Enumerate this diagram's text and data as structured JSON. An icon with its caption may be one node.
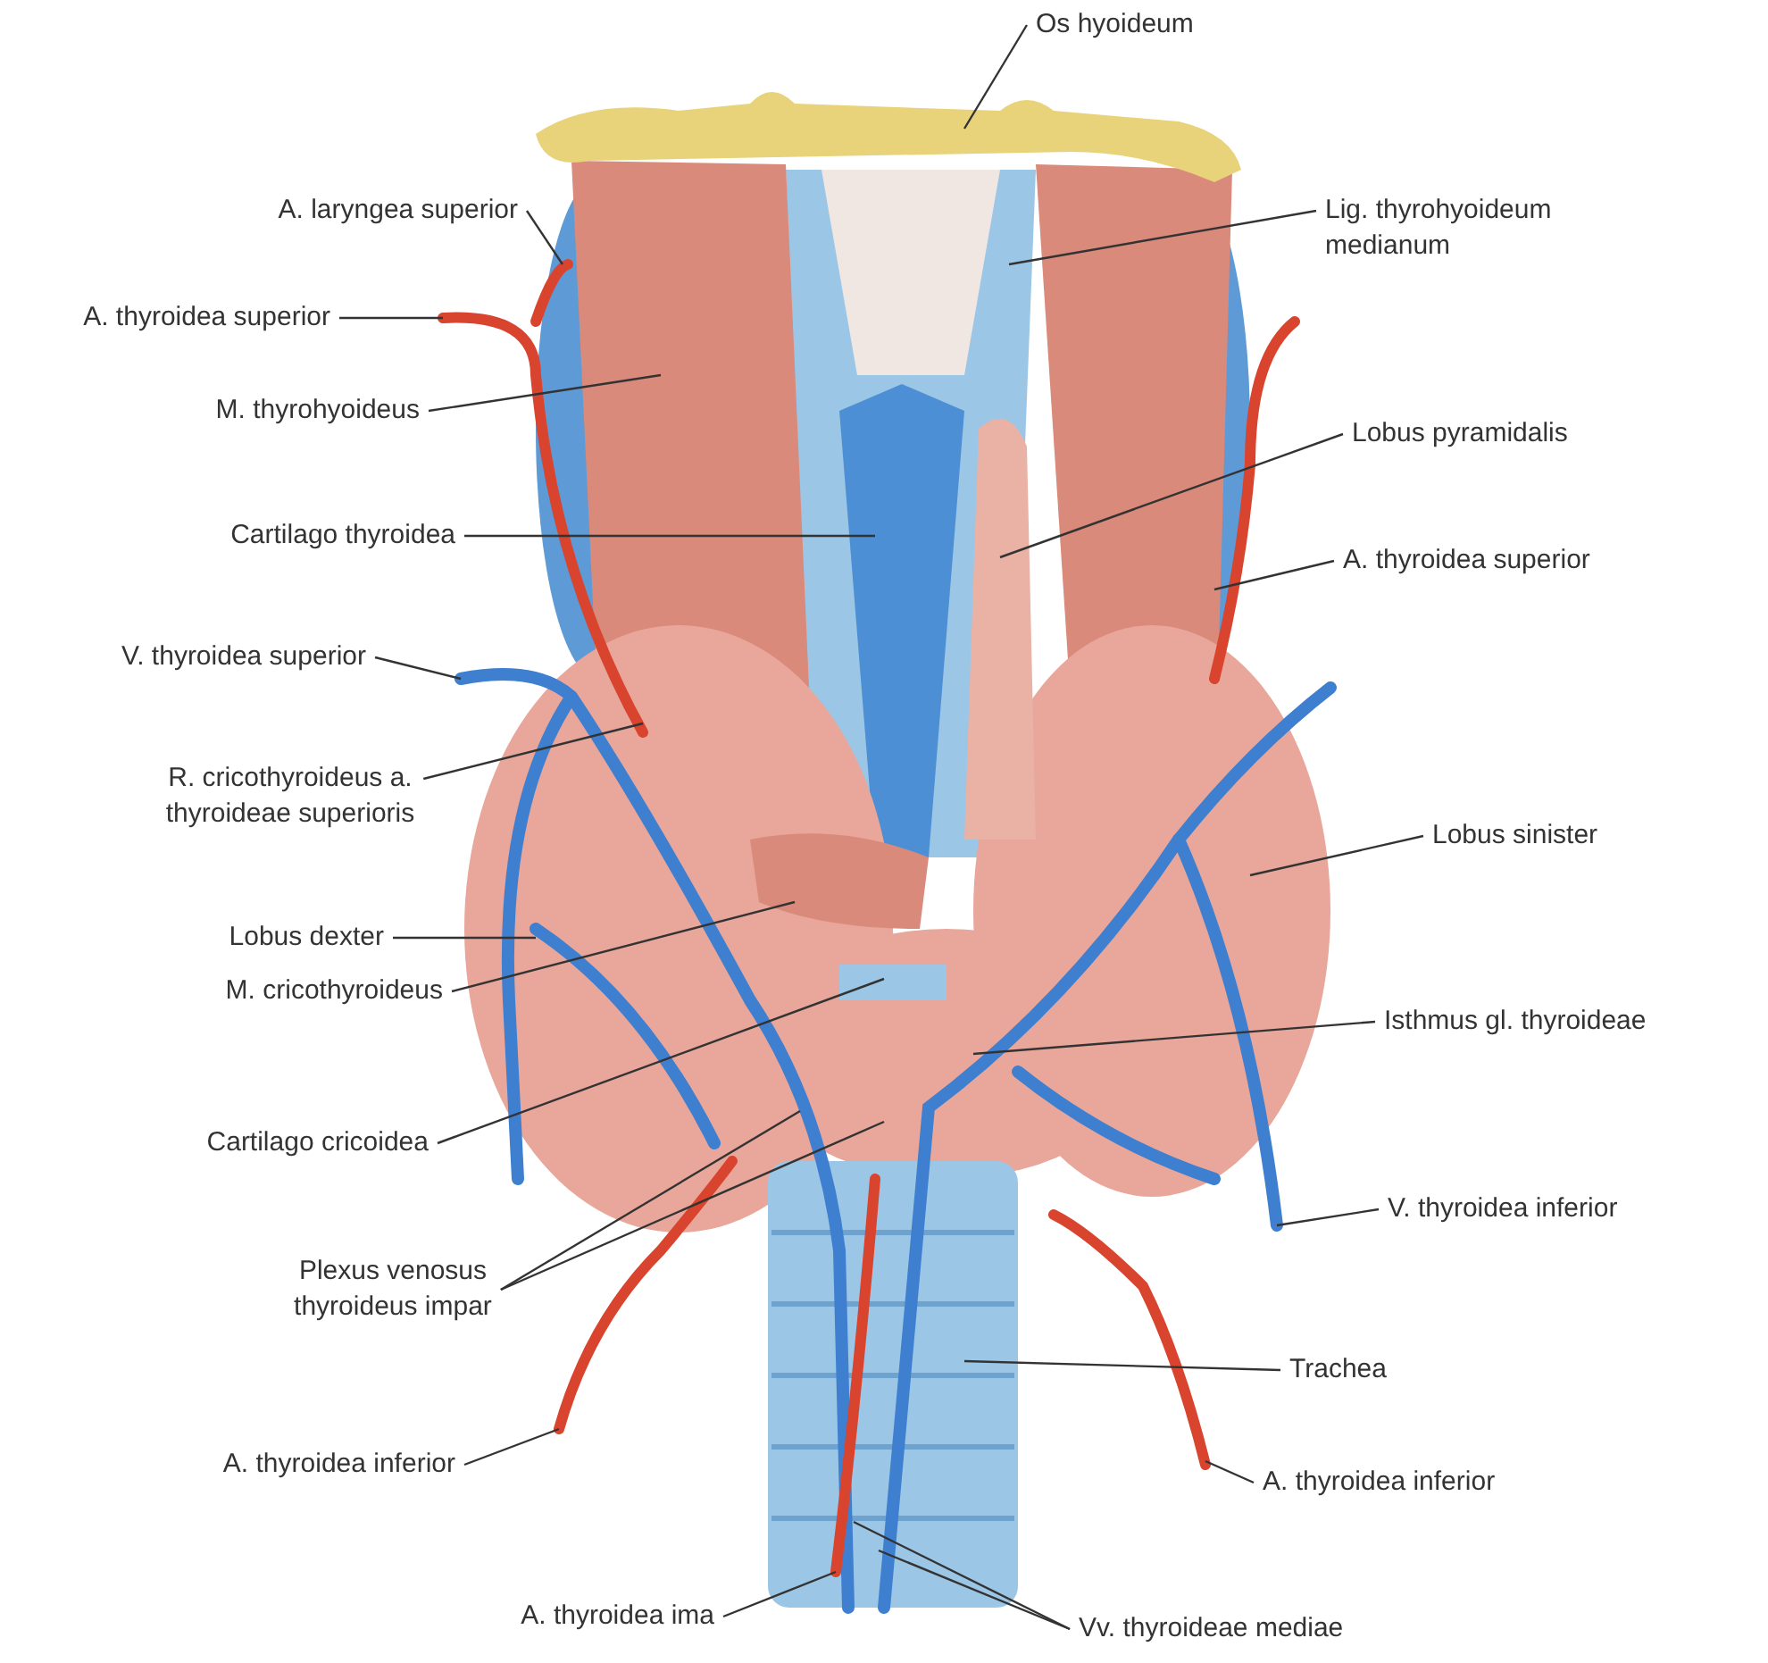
{
  "diagram": {
    "nodes": [
      {
        "text": [
          "Os hyoideum"
        ]
      },
      {
        "text": [
          "A. laryngea superior"
        ]
      },
      {
        "text": [
          "A. thyroidea superior"
        ]
      },
      {
        "text": [
          "Lig. thyrohyoideum medianum"
        ]
      },
      {
        "text": [
          "M. thyrohyoideus"
        ]
      },
      {
        "text": [
          "Lobus pyramidalis"
        ]
      },
      {
        "text": [
          "Cartilago thyroidea"
        ]
      },
      {
        "text": [
          "A. thyroidea superior"
        ]
      },
      {
        "text": [
          "V. thyroidea superior"
        ]
      },
      {
        "text": [
          "R. cricothyroideus a. thyroideae superioris"
        ]
      },
      {
        "text": [
          "Lobus sinister"
        ]
      },
      {
        "text": [
          "Lobus dexter"
        ]
      },
      {
        "text": [
          "M. cricothyroideus"
        ]
      },
      {
        "text": [
          "Isthmus gl. thyroideae"
        ]
      },
      {
        "text": [
          "Cartilago cricoidea"
        ]
      },
      {
        "text": [
          "V. thyroidea inferior"
        ]
      },
      {
        "text": [
          "Plexus venosus thyroideus impar"
        ]
      },
      {
        "text": [
          "Trachea"
        ]
      },
      {
        "text": [
          "A. thyroidea inferior"
        ]
      },
      {
        "text": [
          "A. thyroidea inferior"
        ]
      },
      {
        "text": [
          "A. thyroidea ima"
        ]
      },
      {
        "text": [
          "Vv. thyroideae mediae"
        ]
      }
    ],
    "edges": [
      {
        "from": 0,
        "to": null,
        "arrow": "none"
      },
      {
        "from": 1,
        "to": null,
        "arrow": "none"
      },
      {
        "from": 2,
        "to": null,
        "arrow": "none"
      },
      {
        "from": 3,
        "to": null,
        "arrow": "none"
      },
      {
        "from": 4,
        "to": null,
        "arrow": "none"
      },
      {
        "from": 5,
        "to": null,
        "arrow": "none"
      },
      {
        "from": 6,
        "to": null,
        "arrow": "none"
      },
      {
        "from": 7,
        "to": null,
        "arrow": "none"
      },
      {
        "from": 8,
        "to": null,
        "arrow": "none"
      },
      {
        "from": 9,
        "to": null,
        "arrow": "none"
      },
      {
        "from": 10,
        "to": null,
        "arrow": "none"
      },
      {
        "from": 11,
        "to": null,
        "arrow": "none"
      },
      {
        "from": 12,
        "to": null,
        "arrow": "none"
      },
      {
        "from": 13,
        "to": null,
        "arrow": "none"
      },
      {
        "from": 14,
        "to": null,
        "arrow": "none"
      },
      {
        "from": 15,
        "to": null,
        "arrow": "none"
      },
      {
        "from": 16,
        "to": null,
        "arrow": "none"
      },
      {
        "from": 16,
        "to": null,
        "arrow": "none"
      },
      {
        "from": 17,
        "to": null,
        "arrow": "none"
      },
      {
        "from": 18,
        "to": null,
        "arrow": "none"
      },
      {
        "from": 19,
        "to": null,
        "arrow": "none"
      },
      {
        "from": 20,
        "to": null,
        "arrow": "none"
      },
      {
        "from": 21,
        "to": null,
        "arrow": "none"
      },
      {
        "from": 21,
        "to": null,
        "arrow": "none"
      }
    ]
  }
}
